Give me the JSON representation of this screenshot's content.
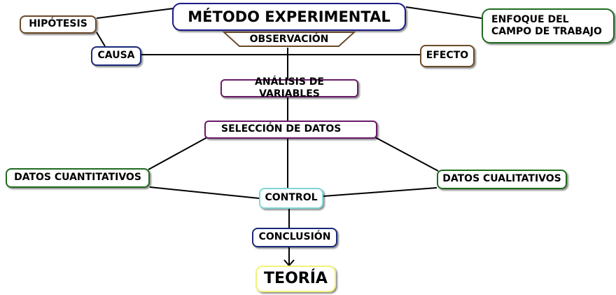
{
  "title": "MÉTODO EXPERIMENTAL",
  "nodes": {
    "hipotesis": "HIPÓTESIS",
    "enfoque": "ENFOQUE DEL CAMPO DE TRABAJO",
    "observacion": "OBSERVACIÓN",
    "causa": "CAUSA",
    "efecto": "EFECTO",
    "analisis": "ANÁLISIS DE VARIABLES",
    "seleccion": "SELECCIÓN DE DATOS",
    "cuantitativos": "DATOS CUANTITATIVOS",
    "cualitativos": "DATOS CUALITATIVOS",
    "control": "CONTROL",
    "conclusion": "CONCLUSIÓN",
    "teoria": "TEORÍA"
  },
  "colors": {
    "title_border": "#1a1a8c",
    "brown": "#6b4a2a",
    "navy": "#1a2a7a",
    "purple": "#6a1a6a",
    "green": "#1f6b1f",
    "cyan": "#7fd6d6",
    "yellow": "#f2f27a",
    "line": "#000000"
  }
}
